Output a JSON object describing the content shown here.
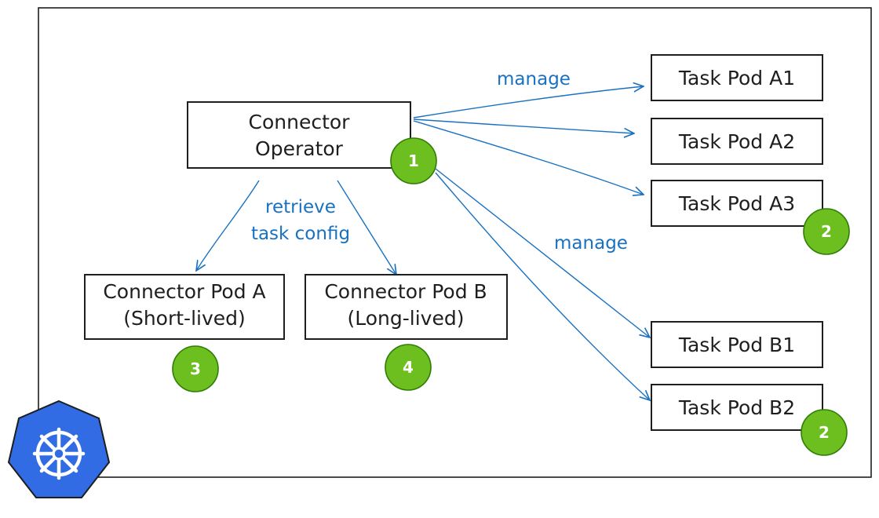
{
  "nodes": {
    "operator": {
      "line1": "Connector",
      "line2": "Operator"
    },
    "pod_a": {
      "line1": "Connector Pod A",
      "line2": "(Short-lived)"
    },
    "pod_b": {
      "line1": "Connector Pod B",
      "line2": "(Long-lived)"
    },
    "task_a1": "Task Pod A1",
    "task_a2": "Task Pod A2",
    "task_a3": "Task Pod A3",
    "task_b1": "Task Pod B1",
    "task_b2": "Task Pod B2"
  },
  "edge_labels": {
    "manage_top": "manage",
    "manage_bottom": "manage",
    "retrieve_line1": "retrieve",
    "retrieve_line2": "task config"
  },
  "badges": {
    "operator": "1",
    "task_a3": "2",
    "task_b2": "2",
    "pod_a": "3",
    "pod_b": "4"
  },
  "colors": {
    "arrow": "#1971c2",
    "badge": "#6cbf1e",
    "kubernetes_logo": "#326ce5"
  },
  "icons": {
    "logo": "kubernetes-helm-icon"
  }
}
